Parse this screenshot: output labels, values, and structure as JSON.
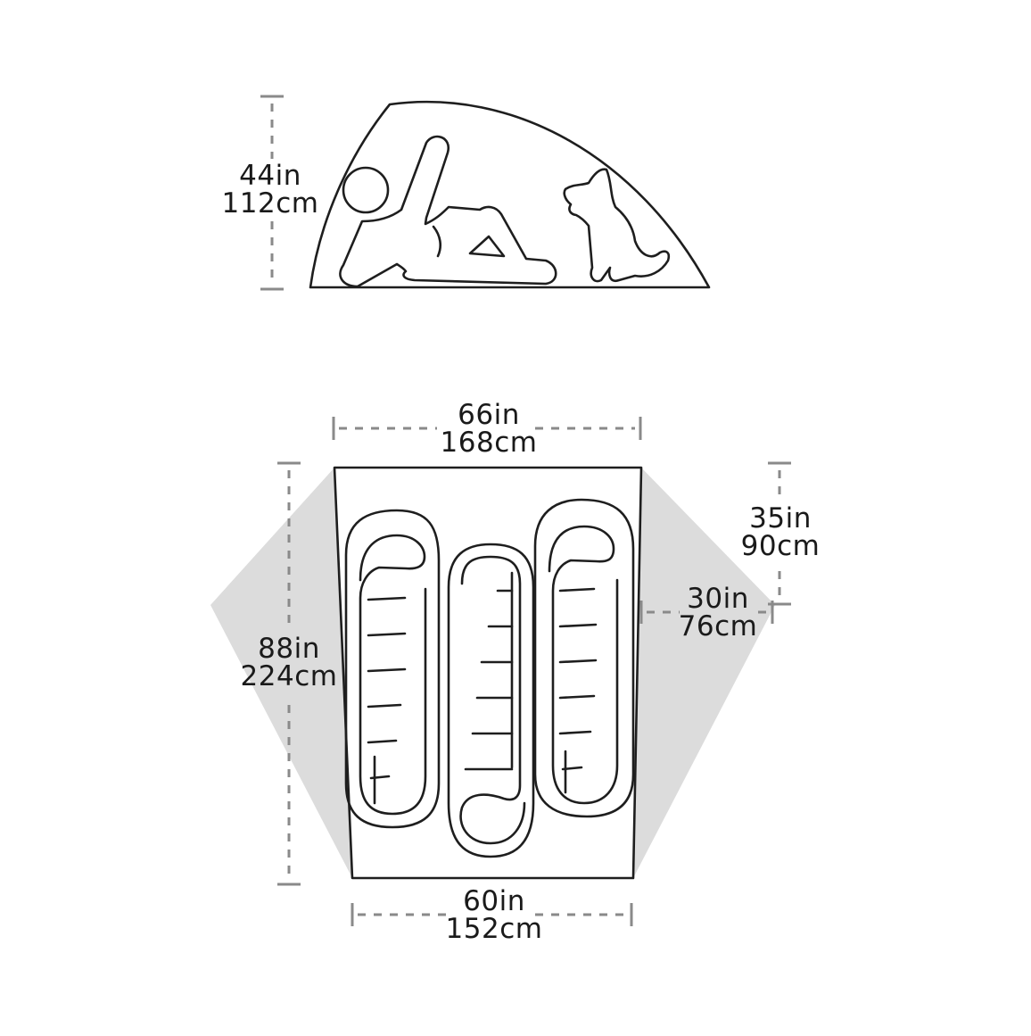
{
  "side_view": {
    "height": {
      "imperial": "44in",
      "metric": "112cm"
    }
  },
  "floor_plan": {
    "top_width": {
      "imperial": "66in",
      "metric": "168cm"
    },
    "bottom_width": {
      "imperial": "60in",
      "metric": "152cm"
    },
    "length": {
      "imperial": "88in",
      "metric": "224cm"
    },
    "vestibule_length": {
      "imperial": "35in",
      "metric": "90cm"
    },
    "vestibule_depth": {
      "imperial": "30in",
      "metric": "76cm"
    }
  },
  "colors": {
    "outline": "#1e1e1e",
    "dimension_line": "#8a8a8a",
    "vestibule_fill": "#dcdcdc"
  }
}
